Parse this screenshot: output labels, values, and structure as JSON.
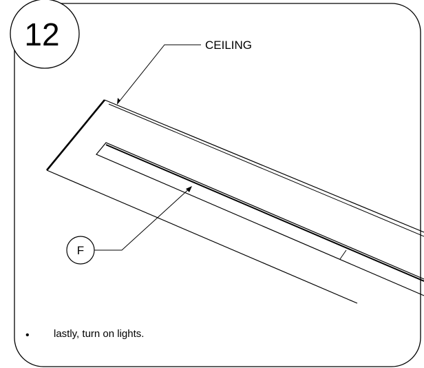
{
  "step": {
    "number": "12"
  },
  "labels": {
    "ceiling": "CEILING",
    "part": "F"
  },
  "instructions": [
    {
      "bullet": "•",
      "text": "lastly, turn on lights."
    }
  ],
  "colors": {
    "line": "#000000",
    "background": "#ffffff"
  }
}
